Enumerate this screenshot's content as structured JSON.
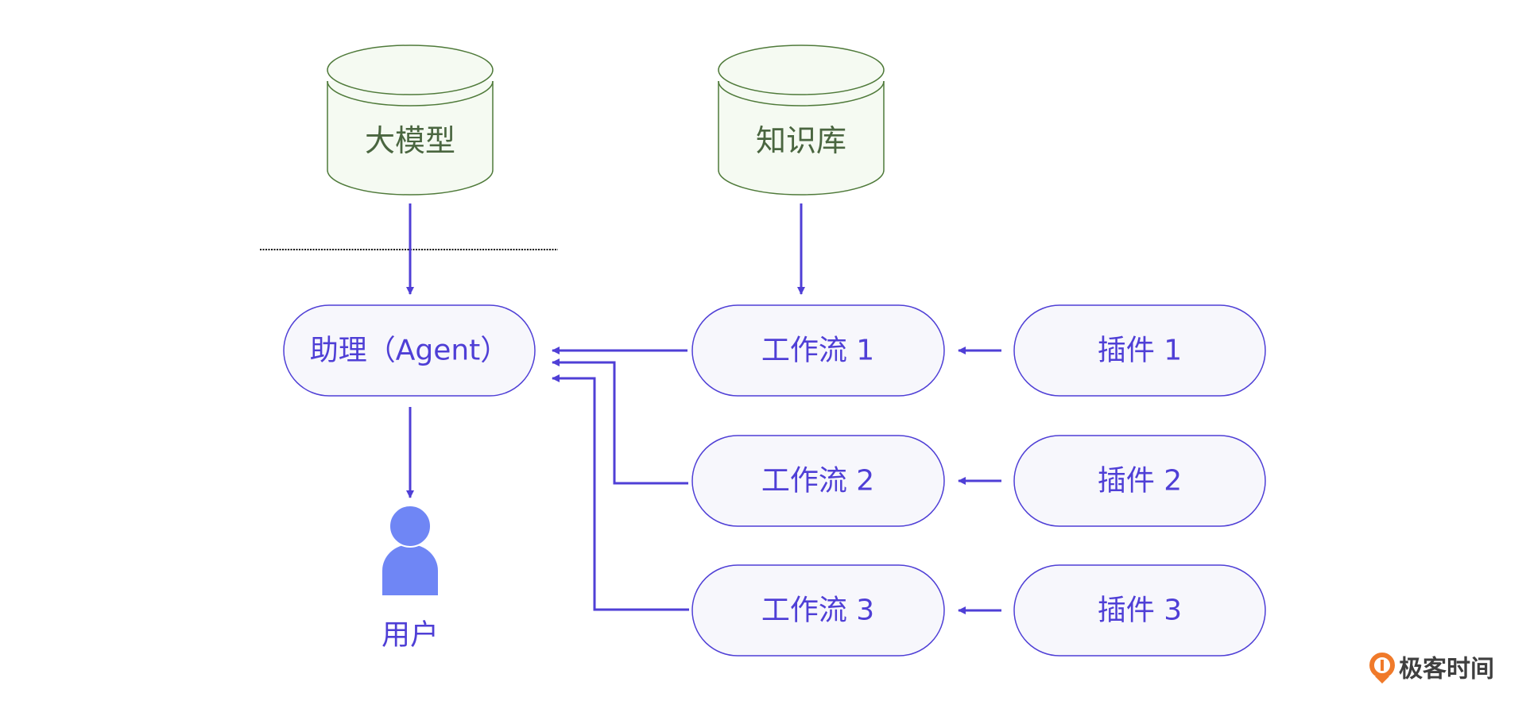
{
  "colors": {
    "accent": "#4f3fd6",
    "pill_fill": "#f7f7fc",
    "cylinder_stroke": "#4f7a3a",
    "cylinder_fill": "#f5faf2",
    "cylinder_text": "#4a6640",
    "user_icon": "#6f86f5",
    "logo_orange": "#f07a2a",
    "logo_text": "#3f3f3f"
  },
  "cylinders": {
    "llm": {
      "label": "大模型"
    },
    "knowledge_base": {
      "label": "知识库"
    }
  },
  "agent": {
    "label": "助理（Agent）"
  },
  "workflows": [
    {
      "label": "工作流 1"
    },
    {
      "label": "工作流 2"
    },
    {
      "label": "工作流 3"
    }
  ],
  "plugins": [
    {
      "label": "插件 1"
    },
    {
      "label": "插件 2"
    },
    {
      "label": "插件 3"
    }
  ],
  "user": {
    "label": "用户",
    "icon": "user-icon"
  },
  "logo": {
    "text": "极客时间",
    "icon": "geektime-logo-icon"
  }
}
